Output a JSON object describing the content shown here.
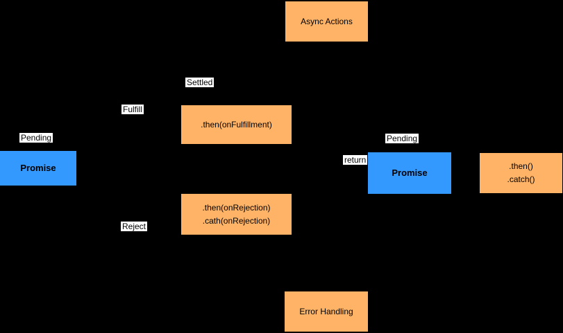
{
  "colors": {
    "background": "#000000",
    "orange": "#ffb366",
    "blue": "#3399ff",
    "label_bg": "#ffffff",
    "text": "#000000"
  },
  "nodes": {
    "async_actions": {
      "label": "Async Actions"
    },
    "then_fulfillment": {
      "label": ".then(onFulfillment)"
    },
    "then_rejection": {
      "line1": ".then(onRejection)",
      "line2": ".cath(onRejection)"
    },
    "promise_left": {
      "label": "Promise"
    },
    "promise_right": {
      "label": "Promise"
    },
    "then_catch": {
      "line1": ".then()",
      "line2": ".catch()"
    },
    "error_handling": {
      "label": "Error Handling"
    }
  },
  "labels": {
    "settled": "Settled",
    "fulfill": "Fulfill",
    "pending_left": "Pending",
    "reject": "Reject",
    "return_label": "return",
    "pending_right": "Pending"
  }
}
